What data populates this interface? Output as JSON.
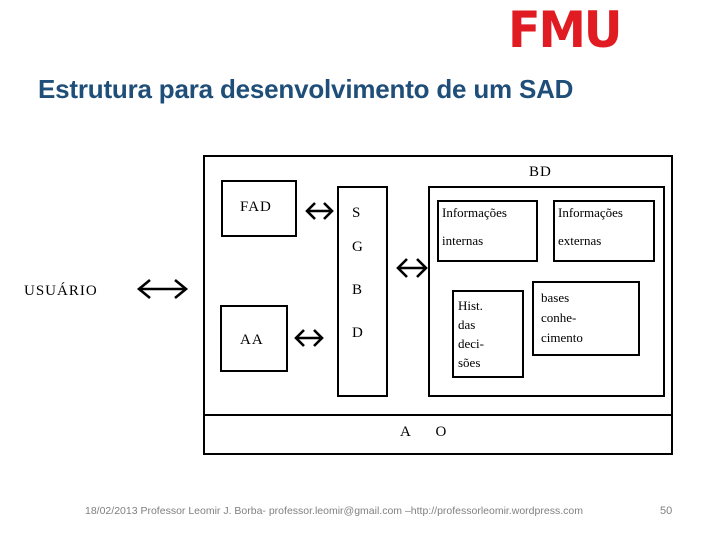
{
  "slide": {
    "logo_text": "FMU",
    "logo_color": "#e01b22",
    "title": "Estrutura para desenvolvimento de um SAD",
    "title_color": "#1f4e79",
    "page_number": "50",
    "footer": "18/02/2013 Professor Leomir J. Borba-  professor.leomir@gmail.com –http://professorleomir.wordpress.com"
  },
  "diagram": {
    "external_actor": "USUÁRIO",
    "user_arrow": "double-headed-arrow-icon",
    "boxes": {
      "fad": "FAD",
      "aa": "AA",
      "sgbd_letters": [
        "S",
        "G",
        "B",
        "D"
      ],
      "bd_label": "BD",
      "info_internas_line1": "Informações",
      "info_internas_line2": "internas",
      "info_externas_line1": "Informações",
      "info_externas_line2": "externas",
      "hist_decisoes": "Hist.\ndas\ndeci-\nsões",
      "bases_conhecimento": "bases\nconhe-\ncimento",
      "bottom_strip": "A  O"
    },
    "arrows": {
      "fad_to_sgbd": "double-headed-arrow-icon",
      "aa_to_sgbd": "double-headed-arrow-icon",
      "sgbd_to_bd": "double-headed-arrow-icon"
    }
  }
}
